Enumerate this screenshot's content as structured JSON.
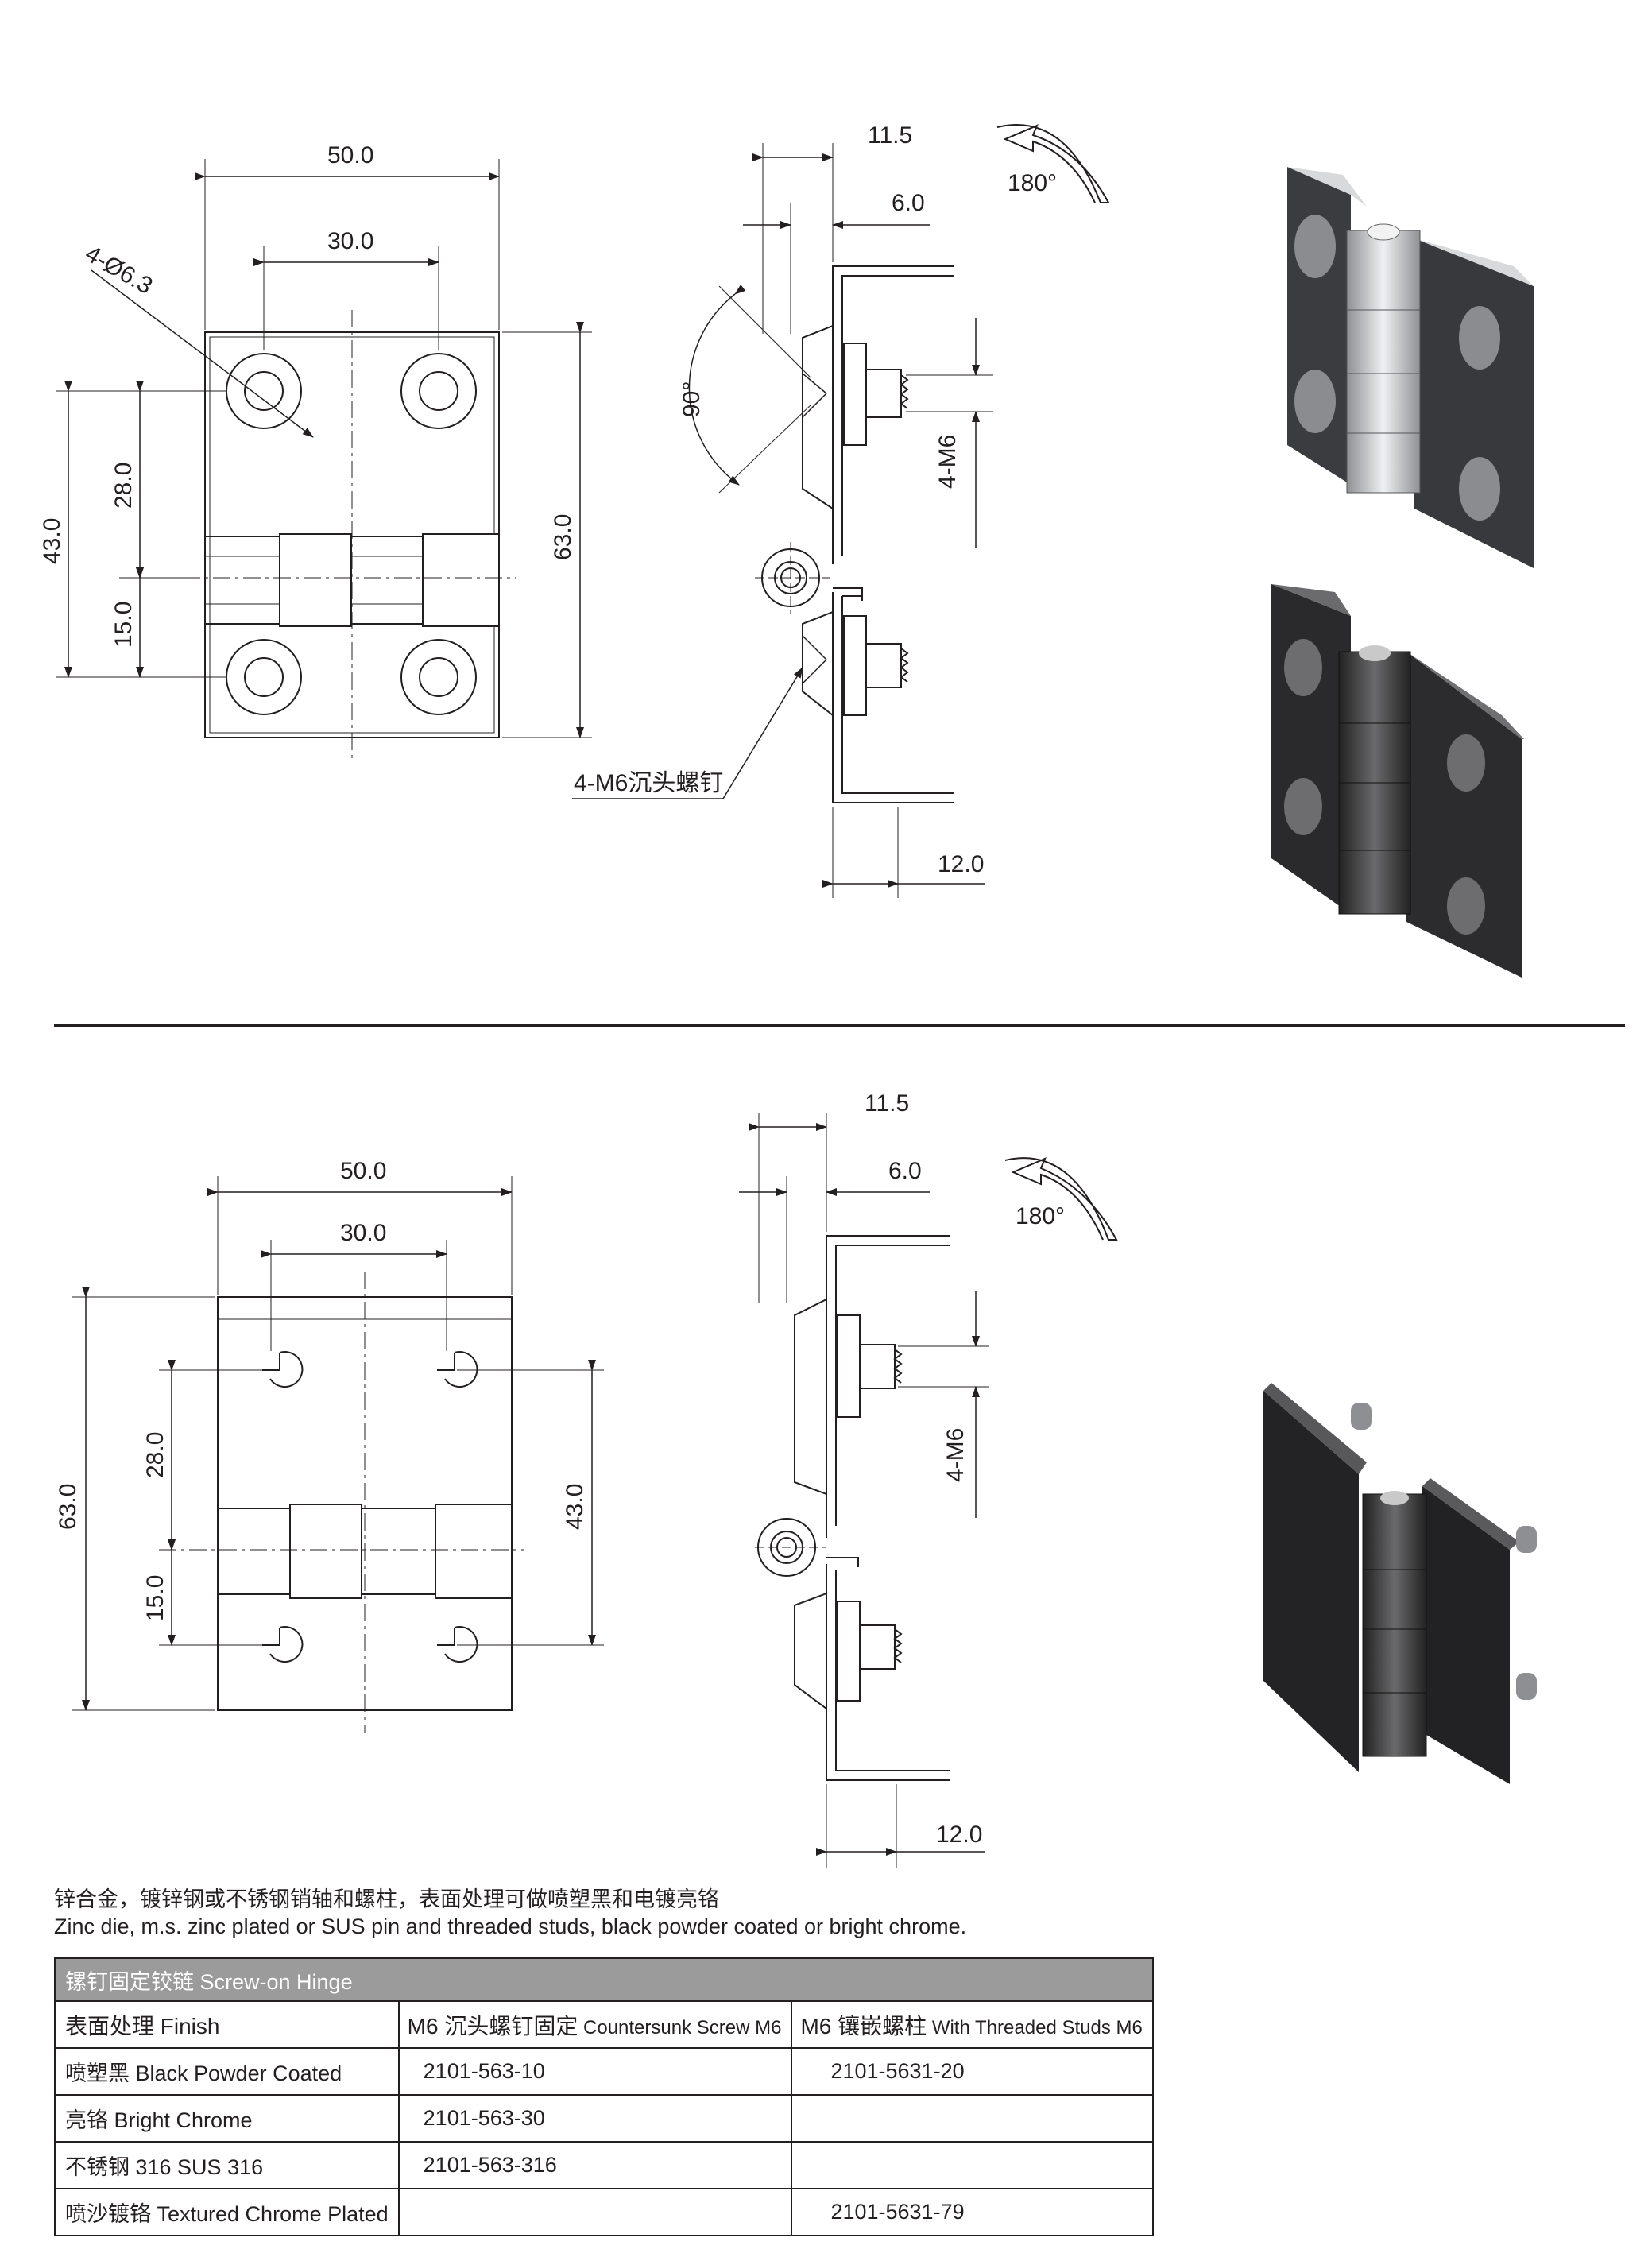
{
  "top_drawing": {
    "front": {
      "width": "50.0",
      "hole_spacing": "30.0",
      "holes": "4-Ø6.3",
      "h28": "28.0",
      "h43": "43.0",
      "h15": "15.0",
      "h63": "63.0"
    },
    "side": {
      "d115": "11.5",
      "d6": "6.0",
      "rotation": "180°",
      "angle": "90°",
      "thread": "4-M6",
      "d12": "12.0",
      "screw_label": "4-M6沉头螺钉"
    }
  },
  "bottom_drawing": {
    "front": {
      "width": "50.0",
      "hole_spacing": "30.0",
      "h28": "28.0",
      "h43": "43.0",
      "h15": "15.0",
      "h63": "63.0"
    },
    "side": {
      "d115": "11.5",
      "d6": "6.0",
      "rotation": "180°",
      "thread": "4-M6",
      "d12": "12.0"
    }
  },
  "description": {
    "cn": "锌合金，镀锌钢或不锈钢销轴和螺柱，表面处理可做喷塑黑和电镀亮铬",
    "en": "Zinc die, m.s. zinc plated or SUS pin and threaded studs, black powder coated or bright chrome."
  },
  "table": {
    "title": "镙钉固定铰链  Screw-on Hinge",
    "header": {
      "finish": "表面处理 Finish",
      "col1_cn": "M6 沉头螺钉固定",
      "col1_en": "Countersunk Screw M6",
      "col2_cn": "M6 镶嵌螺柱",
      "col2_en": "With Threaded Studs M6"
    },
    "rows": [
      {
        "finish": "喷塑黑 Black Powder Coated",
        "c1": "2101-563-10",
        "c2": "2101-5631-20"
      },
      {
        "finish": "亮铬 Bright Chrome",
        "c1": "2101-563-30",
        "c2": ""
      },
      {
        "finish": "不锈钢 316 SUS 316",
        "c1": "2101-563-316",
        "c2": ""
      },
      {
        "finish": "喷沙镀铬 Textured Chrome Plated",
        "c1": "",
        "c2": "2101-5631-79"
      }
    ]
  },
  "colors": {
    "ink": "#231f20",
    "table_title_bg": "#9b9b9b",
    "chrome": "#c8c9cb",
    "black_finish": "#2a2a2c"
  }
}
